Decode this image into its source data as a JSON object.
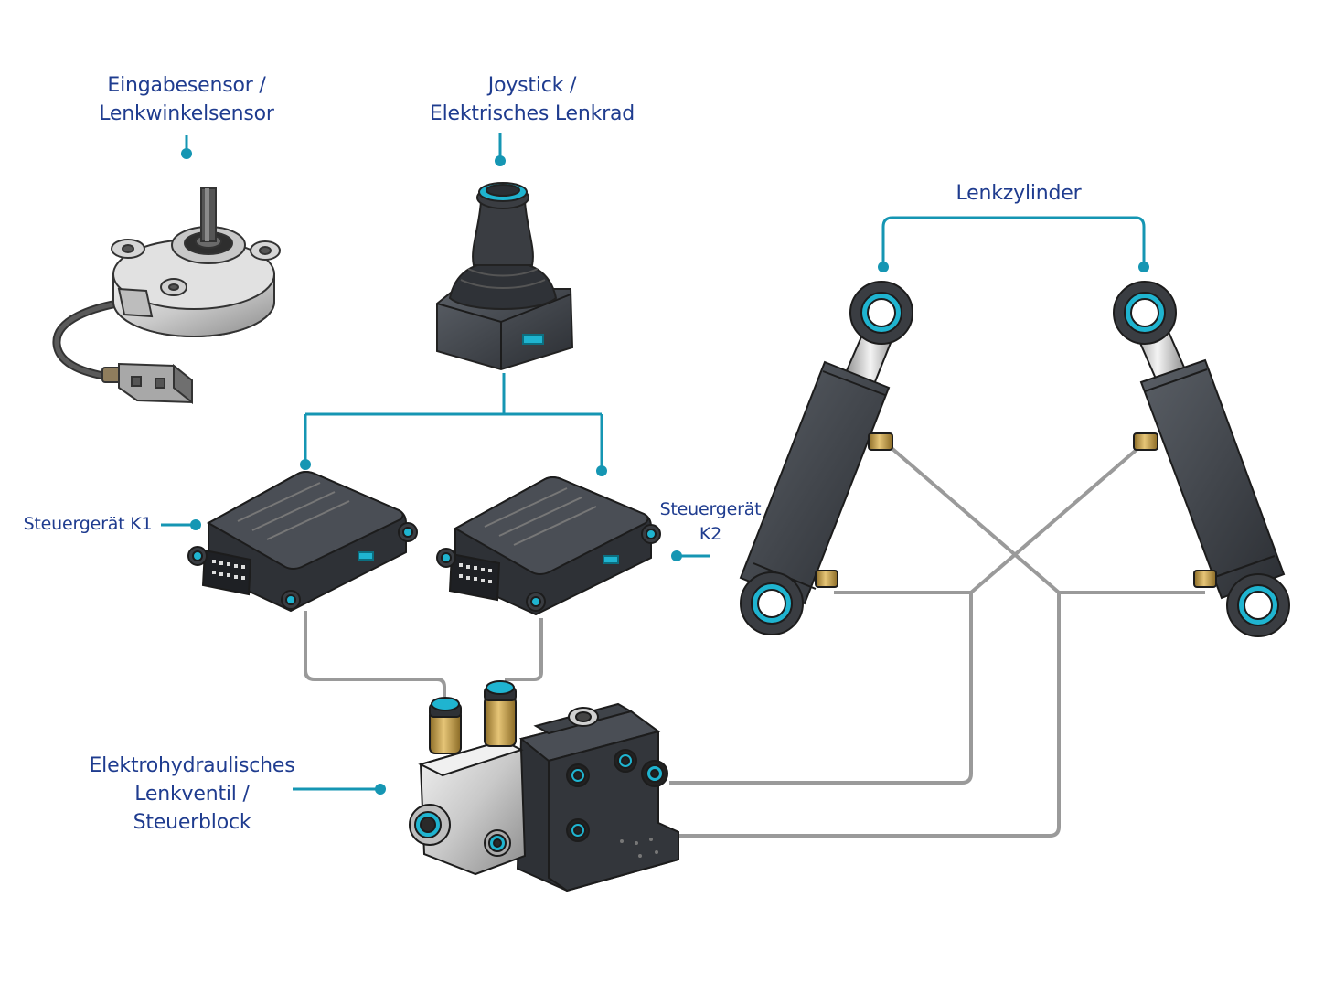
{
  "labels": {
    "sensor": {
      "line1": "Eingabesensor /",
      "line2": "Lenkwinkelsensor"
    },
    "joystick": {
      "line1": "Joystick /",
      "line2": "Elektrisches Lenkrad"
    },
    "cylinders": {
      "line1": "Lenkzylinder"
    },
    "ecu1": {
      "line1": "Steuergerät K1"
    },
    "ecu2": {
      "line1": "Steuergerät",
      "line2": "K2"
    },
    "valve": {
      "line1": "Elektrohydraulisches",
      "line2": "Lenkventil /",
      "line3": "Steuerblock"
    }
  },
  "colors": {
    "label_text": "#1f3c8f",
    "signal_line": "#1596b3",
    "hydraulic_line": "#9a9a9a",
    "component_dark": "#3b3f44",
    "accent_port": "#1fb4d0",
    "brass": "#c9a14a"
  }
}
